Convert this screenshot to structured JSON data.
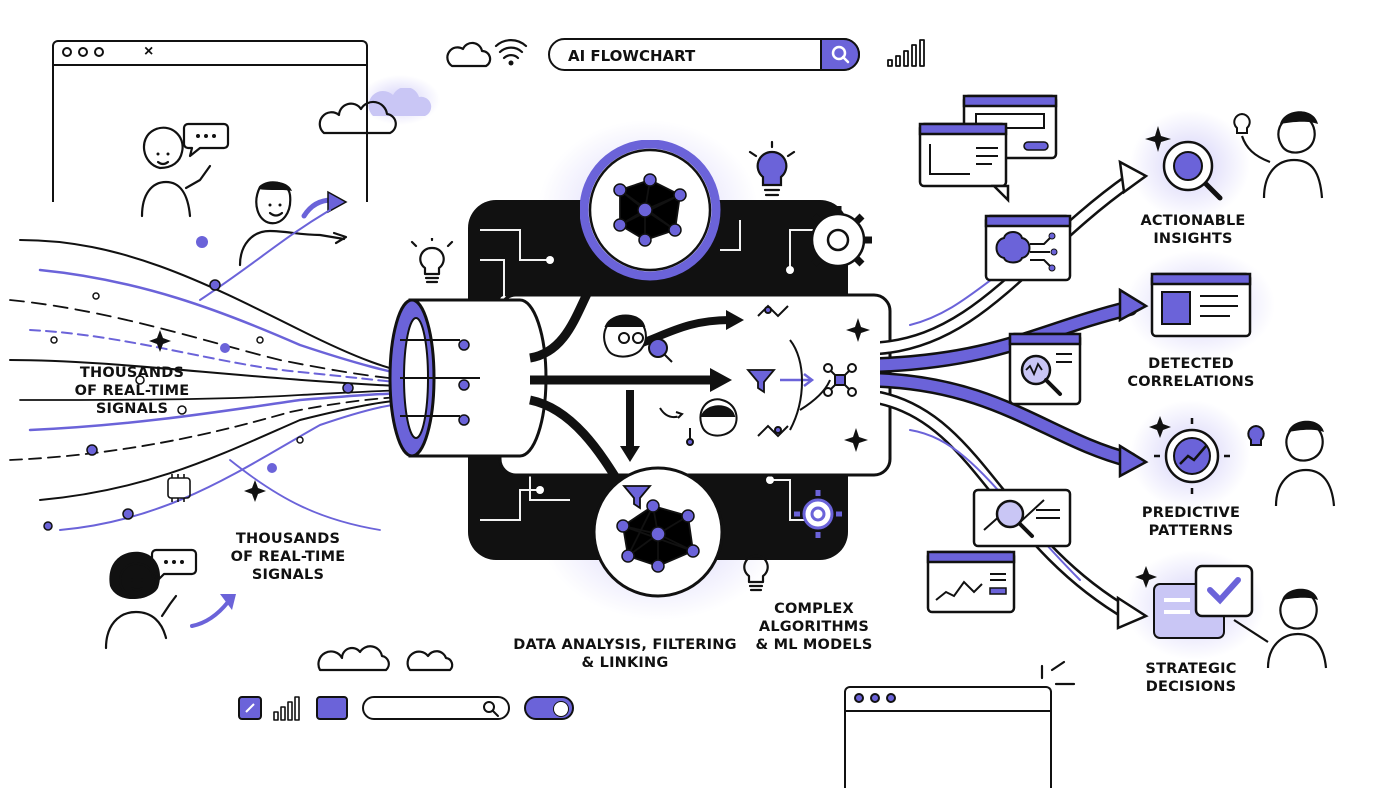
{
  "search": {
    "value": "AI FLOWCHART"
  },
  "labels": {
    "input_top_line1": "THOUSANDS",
    "input_top_line2": "OF REAL-TIME",
    "input_top_line3": "SIGNALS",
    "input_bottom_line1": "THOUSANDS",
    "input_bottom_line2": "OF REAL-TIME",
    "input_bottom_line3": "SIGNALS",
    "process_line1": "DATA ANALYSIS, FILTERING",
    "process_line2": "& LINKING",
    "models_line1": "COMPLEX",
    "models_line2": "ALGORITHMS",
    "models_line3": "& ML MODELS"
  },
  "outputs": [
    {
      "line1": "ACTIONABLE",
      "line2": "INSIGHTS"
    },
    {
      "line1": "DETECTED",
      "line2": "CORRELATIONS"
    },
    {
      "line1": "PREDICTIVE",
      "line2": "PATTERNS"
    },
    {
      "line1": "STRATEGIC",
      "line2": "DECISIONS"
    }
  ],
  "window": {
    "close_glyph": "×"
  },
  "colors": {
    "accent": "#6b63d9",
    "accent_light": "#c9c6f5",
    "ink": "#111111",
    "glow": "#dcdaf9"
  },
  "icons": [
    "cloud-icon",
    "wifi-icon",
    "signal-bars-icon",
    "search-icon",
    "lightbulb-icon",
    "gear-icon",
    "brain-icon",
    "funnel-icon",
    "neural-network-icon",
    "magnifier-icon",
    "sparkle-icon",
    "checkbox-icon",
    "toggle-icon",
    "chip-icon"
  ]
}
